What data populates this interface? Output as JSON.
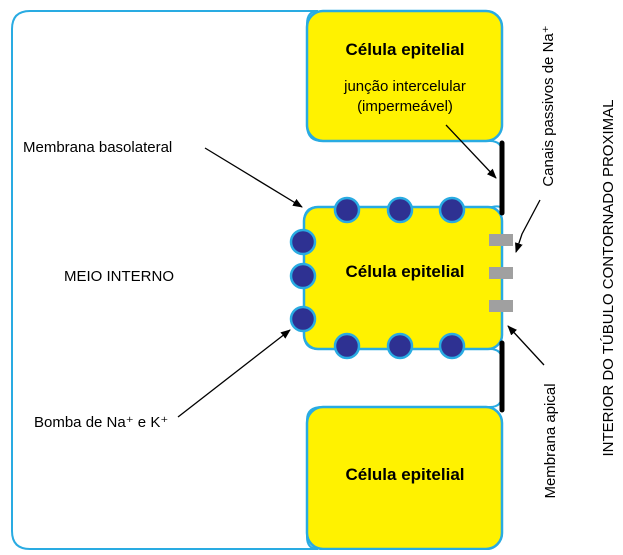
{
  "diagram": {
    "cells": {
      "top": "Célula epitelial",
      "middle": "Célula epitelial",
      "bottom": "Célula epitelial"
    },
    "junction": {
      "line1": "junção intercelular",
      "line2": "(impermeável)"
    },
    "labels": {
      "basolateral": "Membrana basolateral",
      "meio_interno": "MEIO INTERNO",
      "pump": "Bomba de Na⁺ e K⁺",
      "apical": "Membrana apical",
      "canais": "Canais passivos de Na⁺",
      "interior": "INTERIOR DO TÚBULO CONTORNADO PROXIMAL"
    },
    "colors": {
      "cell_fill": "#FFF200",
      "cell_border": "#29ABE2",
      "pump_fill": "#2E3192",
      "channel": "#A0A0A0",
      "junction": "#000000"
    }
  }
}
